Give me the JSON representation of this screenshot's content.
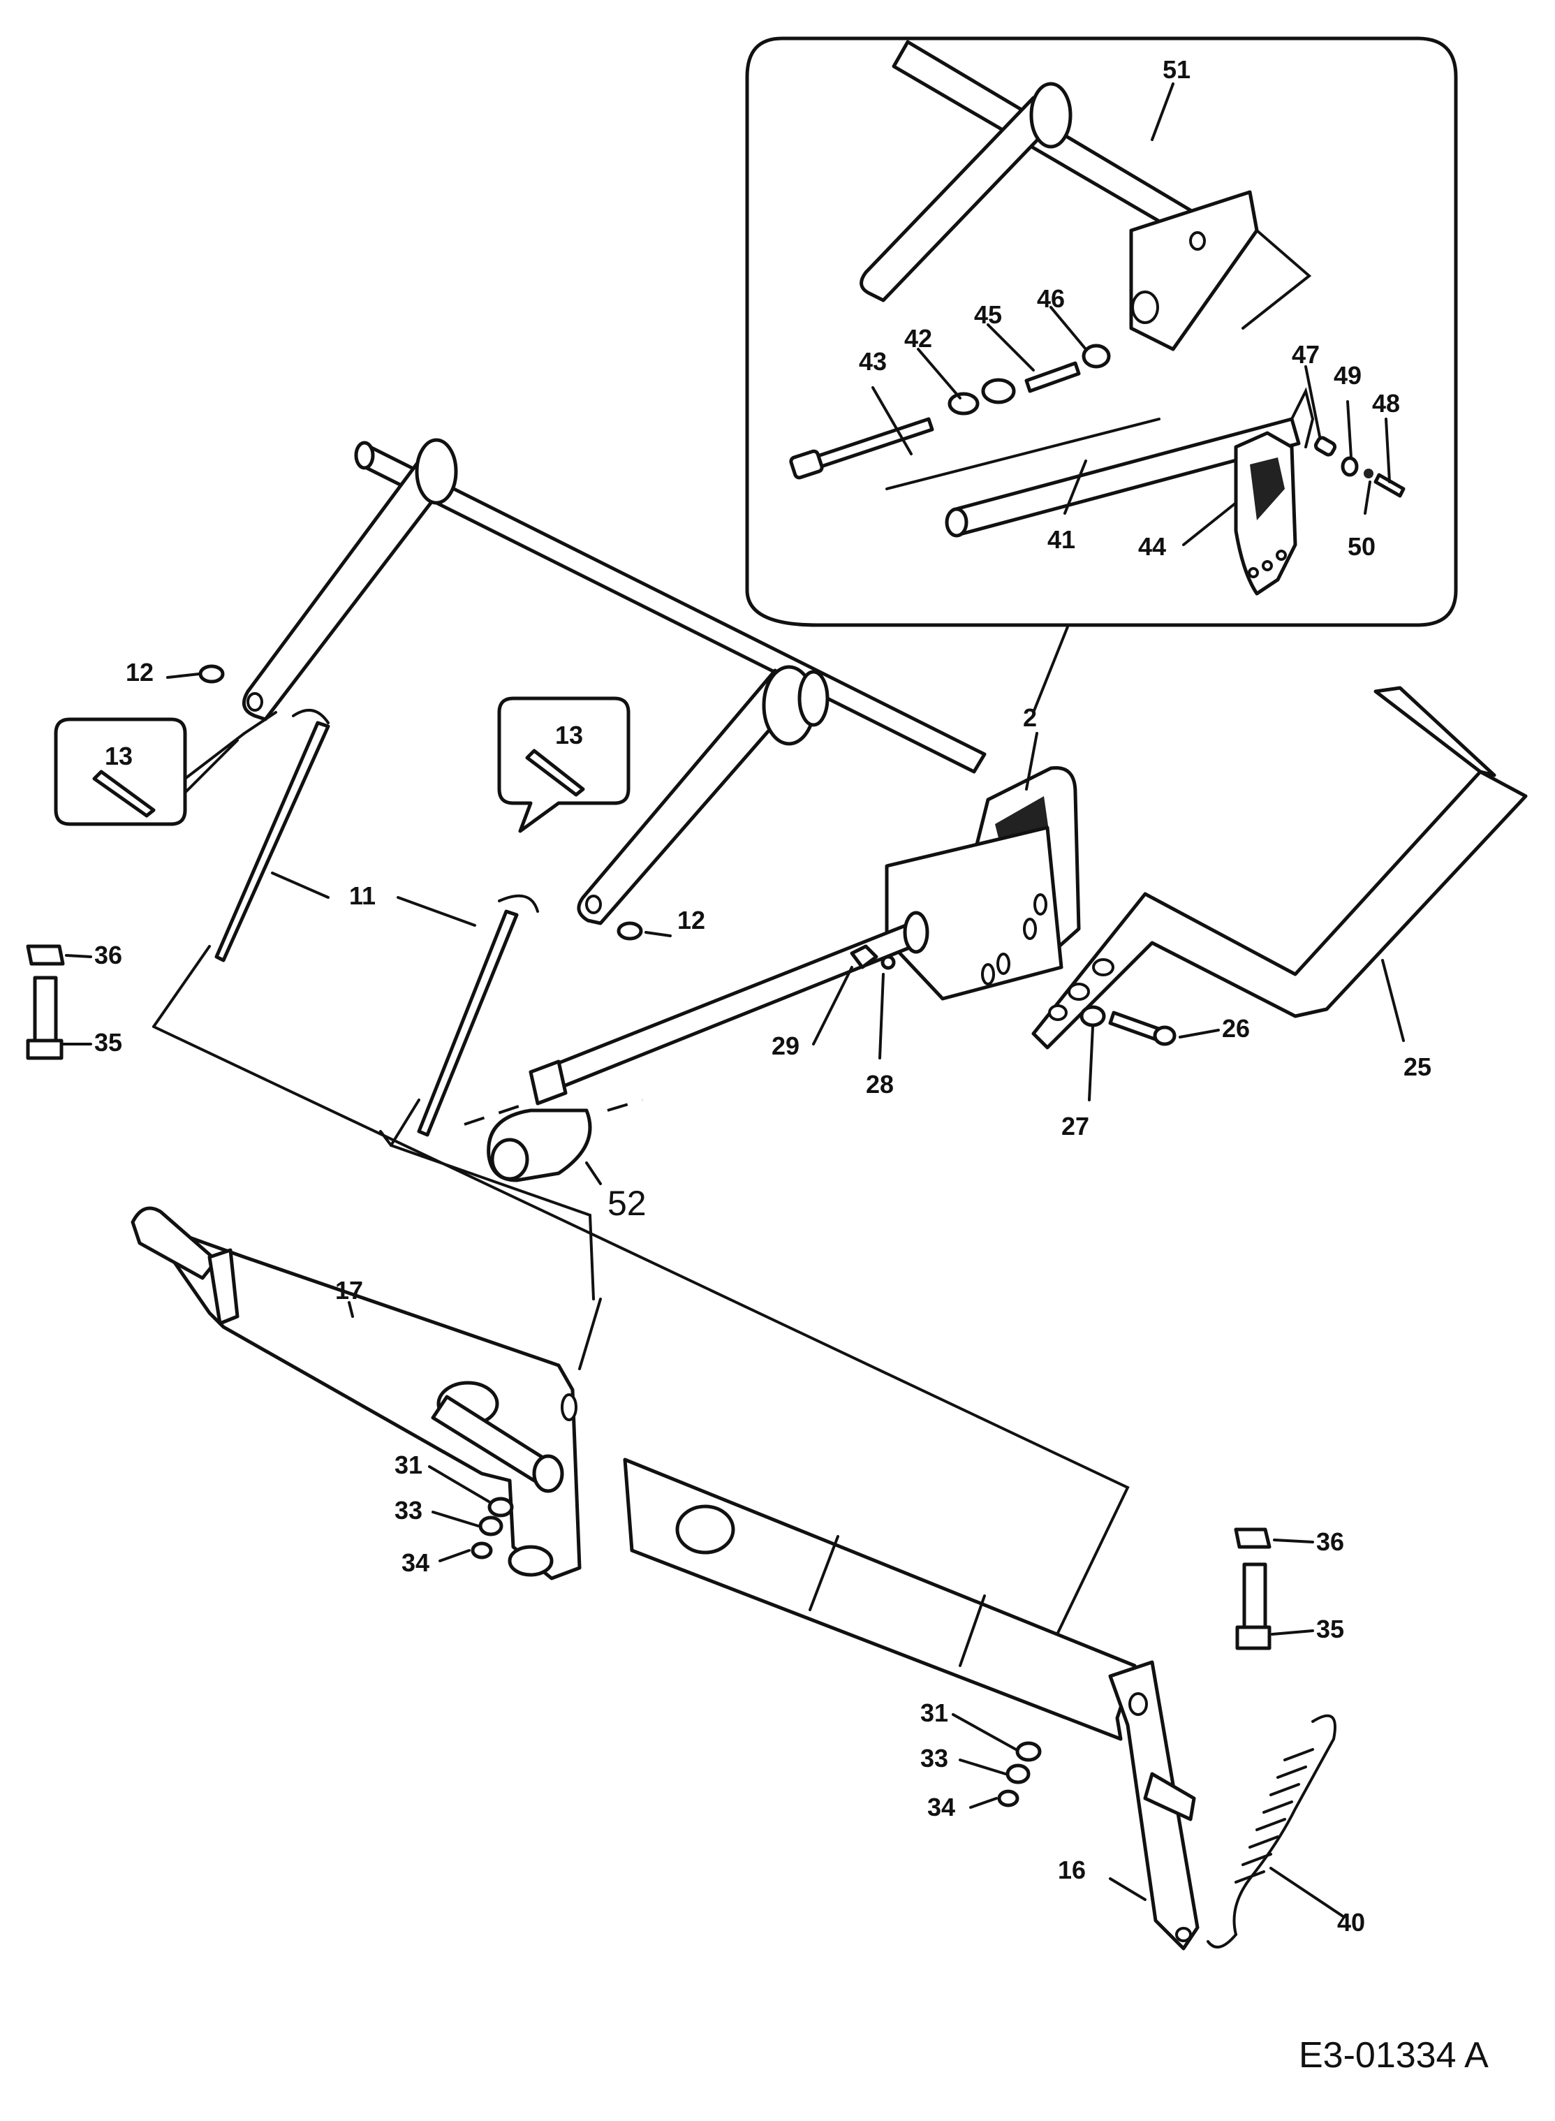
{
  "drawing_ref": "E3-01334 A",
  "callouts": {
    "c2": "2",
    "c11": "11",
    "c12a": "12",
    "c12b": "12",
    "c13a": "13",
    "c13b": "13",
    "c16": "16",
    "c17": "17",
    "c25": "25",
    "c26": "26",
    "c27": "27",
    "c28": "28",
    "c29": "29",
    "c31a": "31",
    "c31b": "31",
    "c33a": "33",
    "c33b": "33",
    "c34a": "34",
    "c34b": "34",
    "c35a": "35",
    "c35b": "35",
    "c36a": "36",
    "c36b": "36",
    "c40": "40",
    "c41": "41",
    "c42": "42",
    "c43": "43",
    "c44": "44",
    "c45": "45",
    "c46": "46",
    "c47": "47",
    "c48": "48",
    "c49": "49",
    "c50": "50",
    "c51": "51",
    "c52": "52"
  }
}
